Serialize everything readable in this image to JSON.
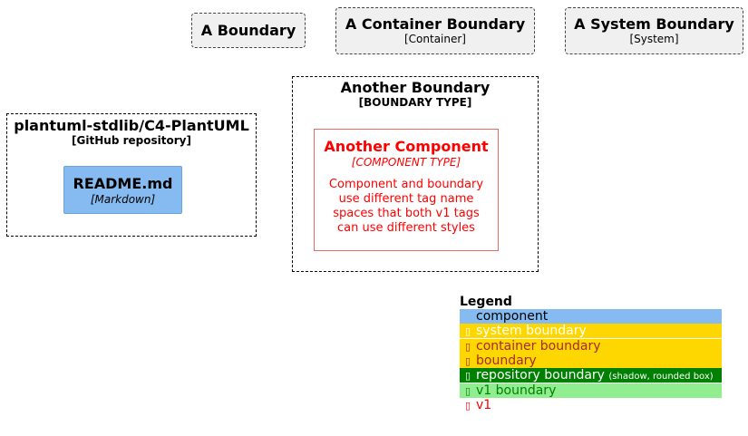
{
  "boundaries_top": [
    {
      "title": "A Boundary",
      "subtitle": ""
    },
    {
      "title": "A Container Boundary",
      "subtitle": "[Container]"
    },
    {
      "title": "A System Boundary",
      "subtitle": "[System]"
    }
  ],
  "repo_boundary": {
    "title": "plantuml-stdlib/C4-PlantUML",
    "subtitle": "[GitHub repository]"
  },
  "readme": {
    "title": "README.md",
    "subtitle": "[Markdown]"
  },
  "another_boundary": {
    "title": "Another Boundary",
    "subtitle": "[BOUNDARY TYPE]"
  },
  "another_component": {
    "title": "Another Component",
    "type": "[COMPONENT TYPE]",
    "description": "Component and boundary use different tag name spaces that both v1 tags can use different styles"
  },
  "legend": {
    "title": "Legend",
    "items": [
      {
        "label": "component",
        "note": "",
        "icon": "",
        "bg": "#85bbf0",
        "color": "#000000"
      },
      {
        "label": "system boundary",
        "note": "",
        "icon": "▯",
        "bg": "#ffd700",
        "color": "#ffffff"
      },
      {
        "label": "container boundary",
        "note": "",
        "icon": "▯",
        "bg": "#ffd700",
        "color": "#a52a2a"
      },
      {
        "label": "boundary",
        "note": "",
        "icon": "▯",
        "bg": "#ffd700",
        "color": "#a52a2a"
      },
      {
        "label": "repository boundary",
        "note": "(shadow, rounded box)",
        "icon": "▯",
        "bg": "#008000",
        "color": "#ffffff"
      },
      {
        "label": "v1 boundary",
        "note": "",
        "icon": "▯",
        "bg": "#90ee90",
        "color": "#008000"
      },
      {
        "label": "v1",
        "note": "",
        "icon": "▯",
        "bg": "#ffffff",
        "color": "#ff0000"
      }
    ]
  }
}
